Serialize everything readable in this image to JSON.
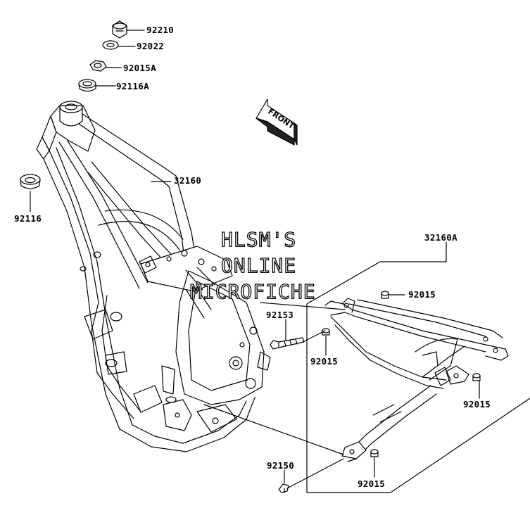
{
  "parts": [
    {
      "id": "92210",
      "label": "92210"
    },
    {
      "id": "92022",
      "label": "92022"
    },
    {
      "id": "92015A",
      "label": "92015A"
    },
    {
      "id": "92116A",
      "label": "92116A"
    },
    {
      "id": "32160",
      "label": "32160"
    },
    {
      "id": "92116",
      "label": "92116"
    },
    {
      "id": "32160A",
      "label": "32160A"
    },
    {
      "id": "92015-top",
      "label": "92015"
    },
    {
      "id": "92153",
      "label": "92153"
    },
    {
      "id": "92015-mid",
      "label": "92015"
    },
    {
      "id": "92015-right",
      "label": "92015"
    },
    {
      "id": "92150",
      "label": "92150"
    },
    {
      "id": "92015-bottom",
      "label": "92015"
    }
  ],
  "direction_indicator": {
    "label": "FRONT"
  },
  "watermark": {
    "line1": "HLSM'S",
    "line2": "ONLINE",
    "line3": "MICROFICHE"
  },
  "colors": {
    "ink": "#000000",
    "background": "#ffffff"
  }
}
